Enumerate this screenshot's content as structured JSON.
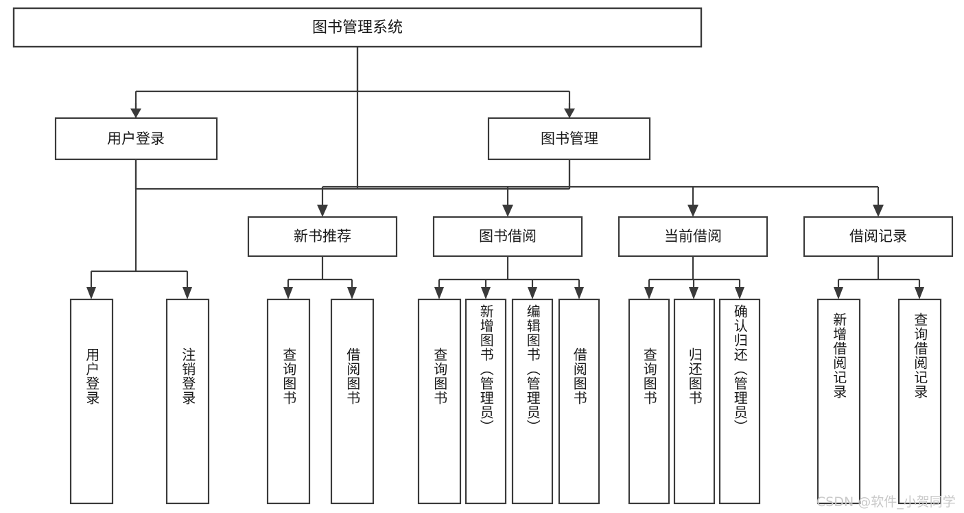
{
  "diagram": {
    "type": "tree",
    "title": "图书管理系统",
    "stroke_color": "#3a3a3a",
    "fill_color": "#ffffff",
    "text_color": "#1a1a1a",
    "background": "#ffffff",
    "root": {
      "label": "图书管理系统"
    },
    "level1": [
      {
        "label": "用户登录"
      },
      {
        "label": "图书管理"
      }
    ],
    "level2": [
      {
        "label": "新书推荐"
      },
      {
        "label": "图书借阅"
      },
      {
        "label": "当前借阅"
      },
      {
        "label": "借阅记录"
      }
    ],
    "leaves": {
      "user_login": [
        {
          "label": "用户登录"
        },
        {
          "label": "注销登录"
        }
      ],
      "new_book_recommend": [
        {
          "label": "查询图书"
        },
        {
          "label": "借阅图书"
        }
      ],
      "book_borrow": [
        {
          "label": "查询图书"
        },
        {
          "label": "新增图书（管理员）"
        },
        {
          "label": "编辑图书（管理员）"
        },
        {
          "label": "借阅图书"
        }
      ],
      "current_borrow": [
        {
          "label": "查询图书"
        },
        {
          "label": "归还图书"
        },
        {
          "label": "确认归还（管理员）"
        }
      ],
      "borrow_record": [
        {
          "label": "新增借阅记录"
        },
        {
          "label": "查询借阅记录"
        }
      ]
    }
  },
  "watermark": {
    "text": "CSDN @软件_小贺同学"
  }
}
